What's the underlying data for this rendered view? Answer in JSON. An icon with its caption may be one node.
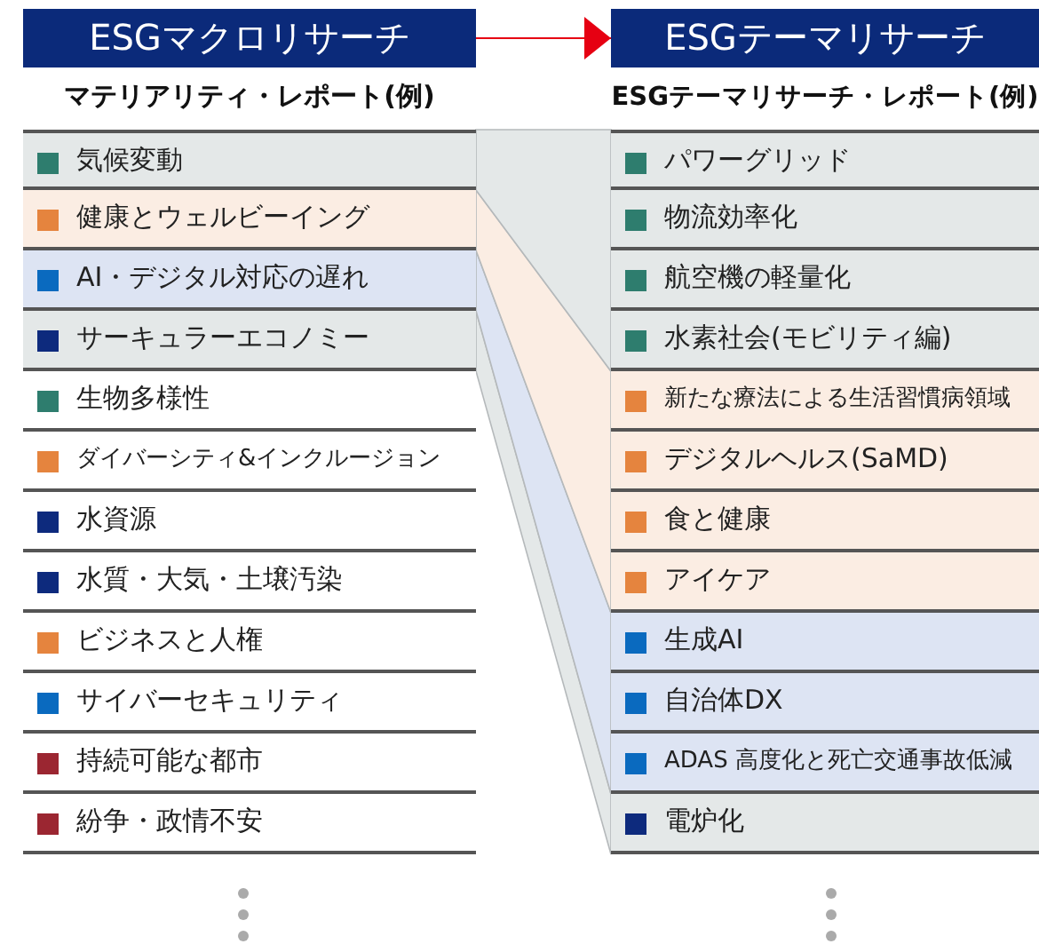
{
  "diagram": {
    "nodes": [
      {
        "text": [
          "ESGマクロリサーチ"
        ]
      },
      {
        "text": [
          "気候変動"
        ]
      },
      {
        "text": [
          "健康とウェルビーイング"
        ]
      },
      {
        "text": [
          "AI・デジタル対応の遅れ"
        ]
      },
      {
        "text": [
          "サーキュラーエコノミー"
        ]
      },
      {
        "text": [
          "生物多様性"
        ]
      },
      {
        "text": [
          "ダイバーシティ&インクルージョン"
        ]
      },
      {
        "text": [
          "水資源"
        ]
      },
      {
        "text": [
          "水質・大気・土壌汚染"
        ]
      },
      {
        "text": [
          "ビジネスと人権"
        ]
      },
      {
        "text": [
          "サイバーセキュリティ"
        ]
      },
      {
        "text": [
          "持続可能な都市"
        ]
      },
      {
        "text": [
          "紛争・政情不安"
        ]
      },
      {
        "text": [
          "ESGテーマリサーチ"
        ]
      },
      {
        "text": [
          "パワーグリッド"
        ]
      },
      {
        "text": [
          "物流効率化"
        ]
      },
      {
        "text": [
          "航空機の軽量化"
        ]
      },
      {
        "text": [
          "水素社会(モビリティ編)"
        ]
      },
      {
        "text": [
          "新たな療法による生活習慣病領域"
        ]
      },
      {
        "text": [
          "デジタルヘルス(SaMD)"
        ]
      },
      {
        "text": [
          "食と健康"
        ]
      },
      {
        "text": [
          "アイケア"
        ]
      },
      {
        "text": [
          "生成AI"
        ]
      },
      {
        "text": [
          "自治体DX"
        ]
      },
      {
        "text": [
          "ADAS 高度化と死亡交通事故低減"
        ]
      },
      {
        "text": [
          "電炉化"
        ]
      }
    ],
    "edges": [
      {
        "from": 0,
        "to": 13,
        "arrow": "to",
        "color": "#e60012"
      },
      {
        "from": 1,
        "to": 14,
        "arrow": "none",
        "color": "#e4e8e8"
      },
      {
        "from": 1,
        "to": 15,
        "arrow": "none",
        "color": "#e4e8e8"
      },
      {
        "from": 1,
        "to": 16,
        "arrow": "none",
        "color": "#e4e8e8"
      },
      {
        "from": 1,
        "to": 17,
        "arrow": "none",
        "color": "#e4e8e8"
      },
      {
        "from": 2,
        "to": 18,
        "arrow": "none",
        "color": "#fbede3"
      },
      {
        "from": 2,
        "to": 19,
        "arrow": "none",
        "color": "#fbede3"
      },
      {
        "from": 2,
        "to": 20,
        "arrow": "none",
        "color": "#fbede3"
      },
      {
        "from": 2,
        "to": 21,
        "arrow": "none",
        "color": "#fbede3"
      },
      {
        "from": 3,
        "to": 22,
        "arrow": "none",
        "color": "#dde4f3"
      },
      {
        "from": 3,
        "to": 23,
        "arrow": "none",
        "color": "#dde4f3"
      },
      {
        "from": 3,
        "to": 24,
        "arrow": "none",
        "color": "#dde4f3"
      },
      {
        "from": 4,
        "to": 25,
        "arrow": "none",
        "color": "#e4e8e8"
      }
    ],
    "labels": [
      "マテリアリティ・レポート(例)",
      "ESGテーマリサーチ・レポート(例)"
    ]
  }
}
